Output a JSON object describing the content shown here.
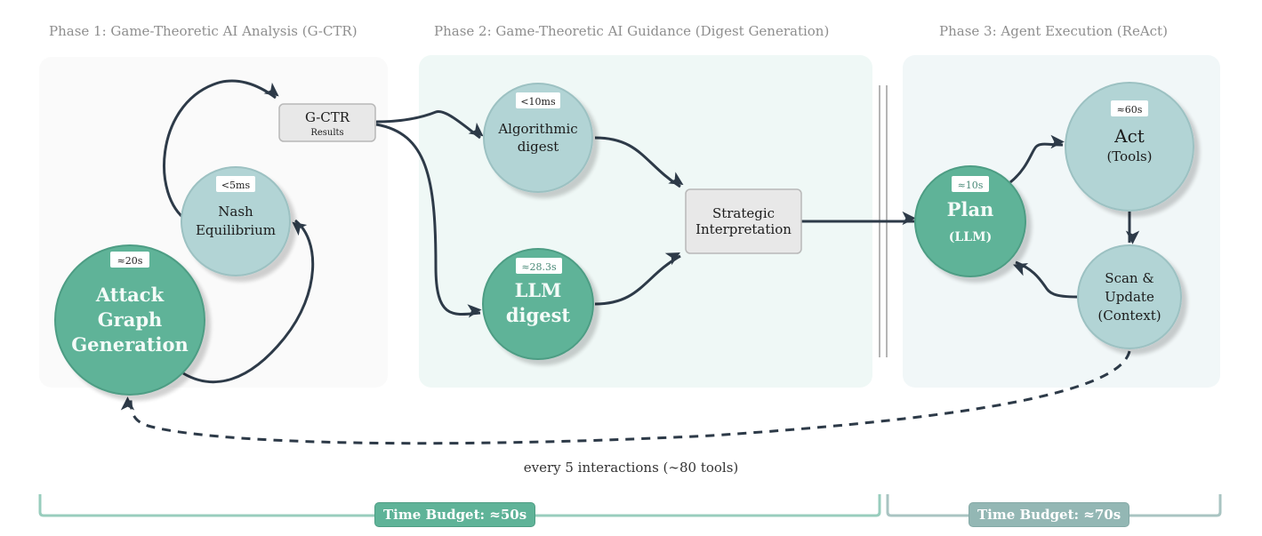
{
  "phases": [
    {
      "title": "Phase 1: Game-Theoretic AI Analysis (G-CTR)"
    },
    {
      "title": "Phase 2: Game-Theoretic AI Guidance (Digest Generation)"
    },
    {
      "title": "Phase 3: Agent Execution (ReAct)"
    }
  ],
  "colors": {
    "primary_node": "#5fb398",
    "secondary_node": "#b2d4d5",
    "box_node": "#e8e8e8",
    "edge": "#2d3a48",
    "budget_phase12": "#5fb398",
    "budget_phase3": "#93b7b4"
  },
  "nodes": {
    "attack_graph": {
      "badge": "≈20s",
      "lines": [
        "Attack",
        "Graph",
        "Generation"
      ]
    },
    "nash": {
      "badge": "<5ms",
      "lines": [
        "Nash",
        "Equilibrium"
      ]
    },
    "gctr": {
      "title": "G-CTR",
      "subtitle": "Results"
    },
    "algorithmic_digest": {
      "badge": "<10ms",
      "lines": [
        "Algorithmic",
        "digest"
      ]
    },
    "llm_digest": {
      "badge": "≈28.3s",
      "lines": [
        "LLM",
        "digest"
      ]
    },
    "strategic": {
      "lines": [
        "Strategic",
        "Interpretation"
      ]
    },
    "plan": {
      "badge": "≈10s",
      "title": "Plan",
      "subtitle": "(LLM)"
    },
    "act": {
      "badge": "≈60s",
      "title": "Act",
      "subtitle": "(Tools)"
    },
    "scan": {
      "lines": [
        "Scan &",
        "Update",
        "(Context)"
      ]
    }
  },
  "feedback_caption": "every 5 interactions (∼80 tools)",
  "budgets": [
    {
      "label": "Time Budget: ≈50s"
    },
    {
      "label": "Time Budget: ≈70s"
    }
  ]
}
